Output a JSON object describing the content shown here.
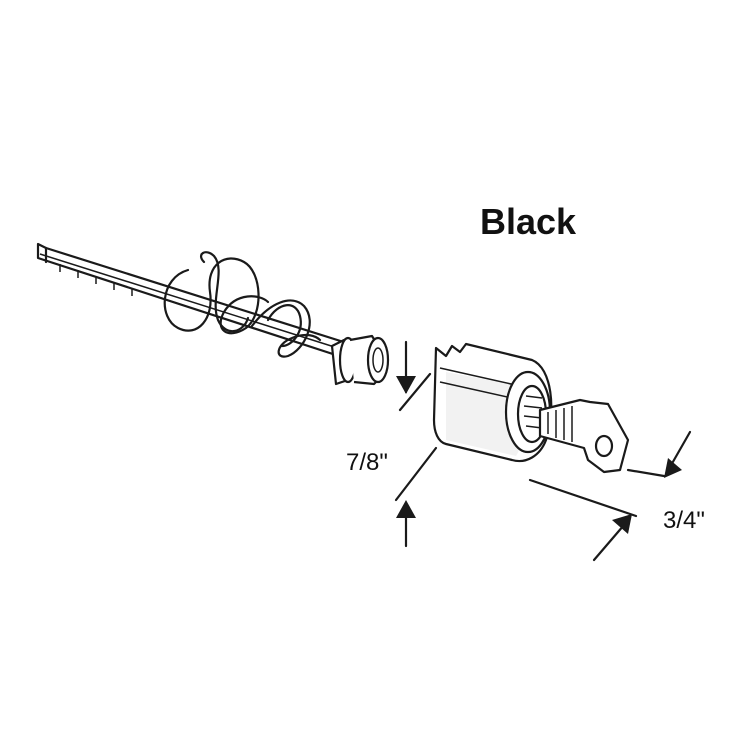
{
  "title": "Black",
  "dimensions": {
    "height": "7/8\"",
    "width": "3/4\""
  },
  "parts": {
    "rod": "tailpiece-rod",
    "spring": "coil-spring",
    "bushing": "bushing",
    "cylinder": "lock-cylinder",
    "key": "key"
  }
}
